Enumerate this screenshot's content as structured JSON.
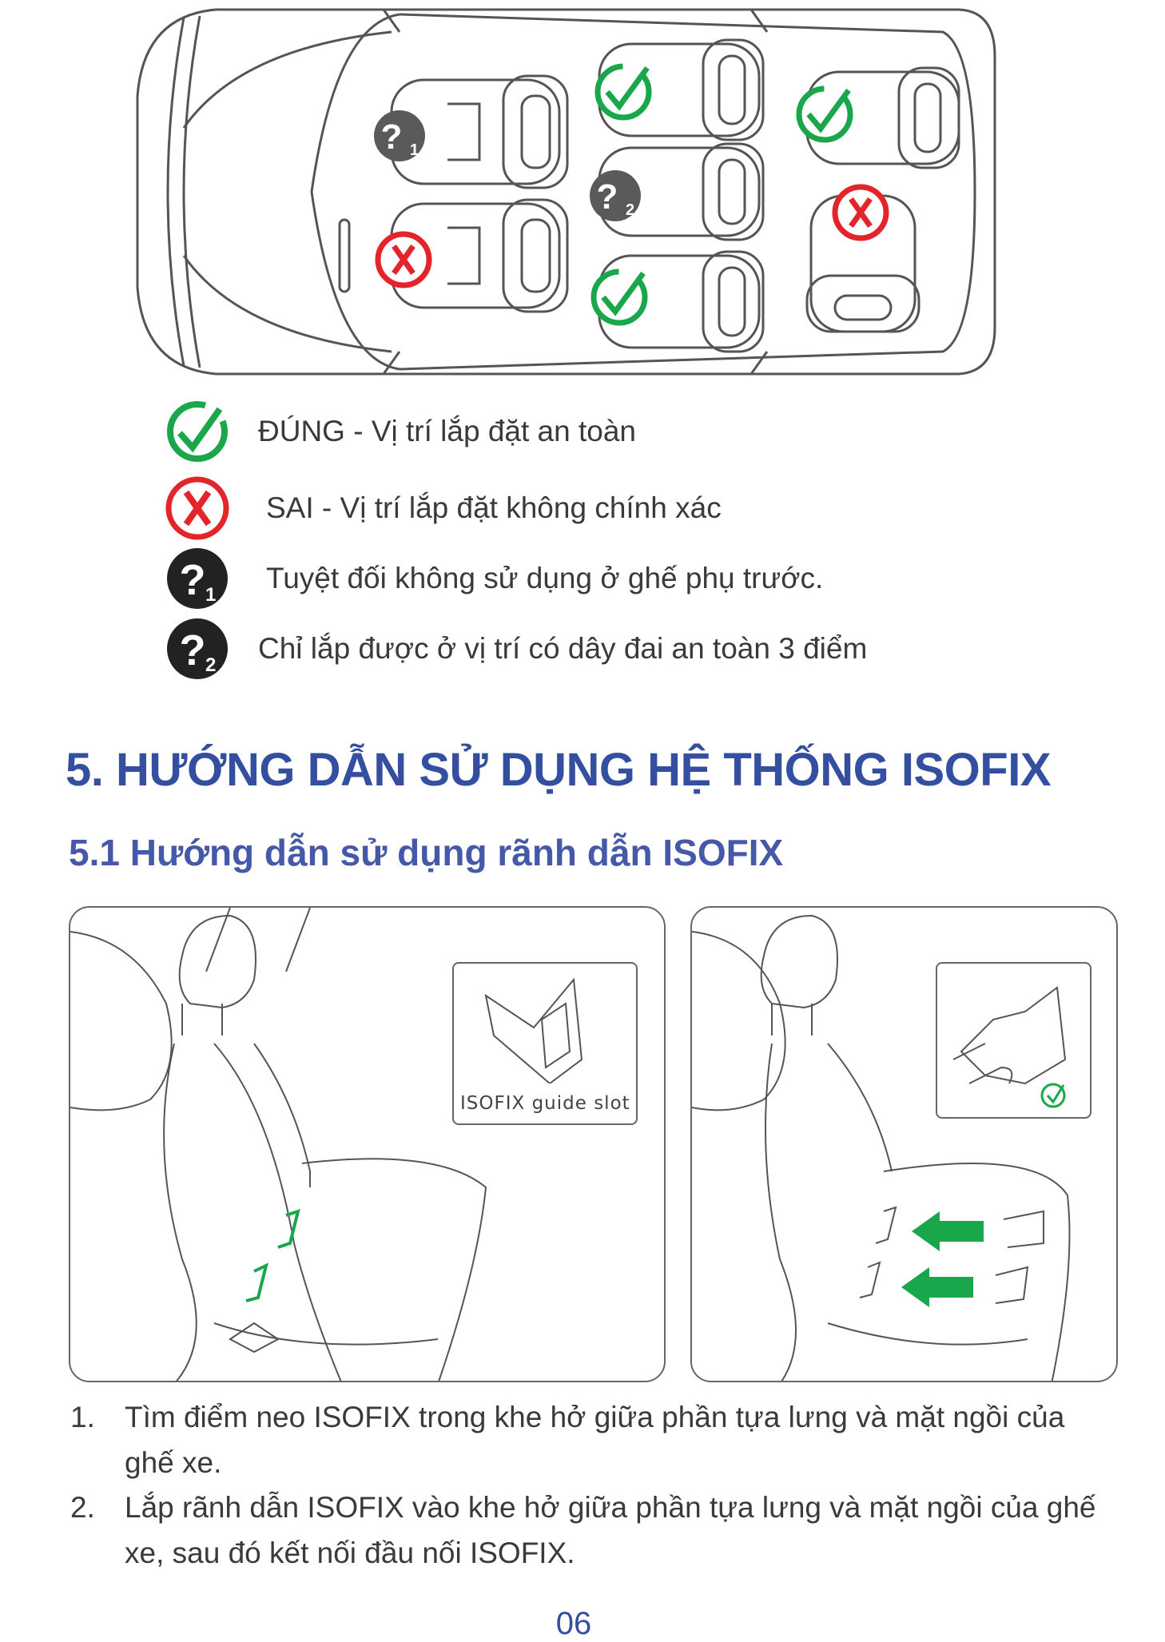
{
  "legend": [
    {
      "icon": "check-icon",
      "text": "ĐÚNG - Vị trí lắp đặt an toàn"
    },
    {
      "icon": "cross-icon",
      "text": "SAI - Vị trí lắp đặt không chính xác"
    },
    {
      "icon": "question-1-icon",
      "text": "Tuyệt đối không sử dụng ở ghế phụ trước."
    },
    {
      "icon": "question-2-icon",
      "text": "Chỉ lắp được ở vị trí có dây đai an toàn 3 điểm"
    }
  ],
  "section_title": "5. HƯỚNG DẪN SỬ DỤNG HỆ THỐNG ISOFIX",
  "subsection_title": "5.1 Hướng dẫn sử dụng rãnh dẫn ISOFIX",
  "figure_left": {
    "inset_label": "ISOFIX guide slot"
  },
  "steps": [
    {
      "num": "1.",
      "text": "Tìm điểm neo ISOFIX trong khe hở giữa phần tựa lưng và mặt ngồi của ghế xe."
    },
    {
      "num": "2.",
      "text": "Lắp rãnh dẫn ISOFIX vào khe hở giữa phần tựa lưng và mặt ngồi của ghế xe, sau đó kết nối đầu nối ISOFIX."
    }
  ],
  "page_number": "06",
  "colors": {
    "green": "#1aa64a",
    "red": "#e3242b",
    "dark": "#222222",
    "gray_icon": "#5a5a5a",
    "blue": "#344ea0"
  },
  "markers": {
    "q1": "1",
    "q2": "2"
  }
}
